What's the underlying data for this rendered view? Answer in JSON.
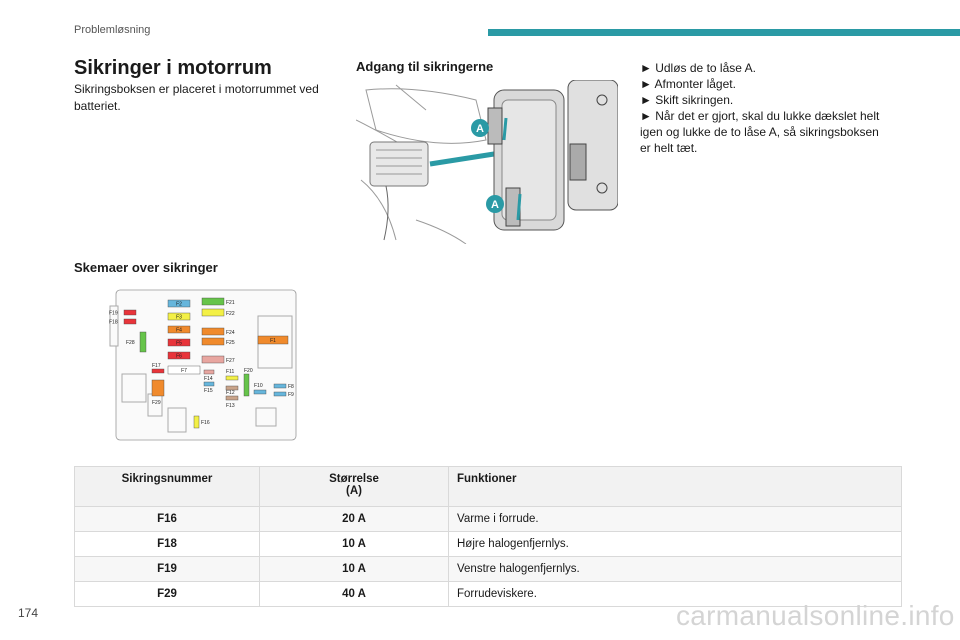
{
  "header": {
    "section": "Problemløsning"
  },
  "title": "Sikringer i motorrum",
  "intro": "Sikringsboksen er placeret i motorrummet ved batteriet.",
  "access": {
    "heading": "Adgang til sikringerne",
    "callout_label": "A"
  },
  "steps": [
    "► Udløs de to låse A.",
    "► Afmonter låget.",
    "► Skift sikringen.",
    "► Når det er gjort, skal du lukke dækslet helt igen og lukke de to låse A, så sikringsboksen er helt tæt."
  ],
  "diagram_heading": "Skemaer over sikringer",
  "fuse_labels": {
    "F2": "F2",
    "F3": "F3",
    "F4": "F4",
    "F5": "F5",
    "F6": "F6",
    "F7": "F7",
    "F21": "F21",
    "F22": "F22",
    "F24": "F24",
    "F25": "F25",
    "F27": "F27",
    "F19": "F19",
    "F18": "F18",
    "F28": "F28",
    "F17": "F17",
    "F29": "F29",
    "F14": "F14",
    "F15": "F15",
    "F11": "F11",
    "F20": "F20",
    "F12": "F12",
    "F13": "F13",
    "F10": "F10",
    "F8": "F8",
    "F9": "F9",
    "F1": "F1",
    "F16": "F16"
  },
  "table": {
    "headers": [
      "Sikringsnummer",
      "Størrelse\n(A)",
      "Funktioner"
    ],
    "rows": [
      [
        "F16",
        "20 A",
        "Varme i forrude."
      ],
      [
        "F18",
        "10 A",
        "Højre halogenfjernlys."
      ],
      [
        "F19",
        "10 A",
        "Venstre halogenfjernlys."
      ],
      [
        "F29",
        "40 A",
        "Forrudeviskere."
      ]
    ]
  },
  "page_number": "174",
  "watermark": "carmanualsonline.info",
  "colors": {
    "accent": "#2a9aa5"
  }
}
